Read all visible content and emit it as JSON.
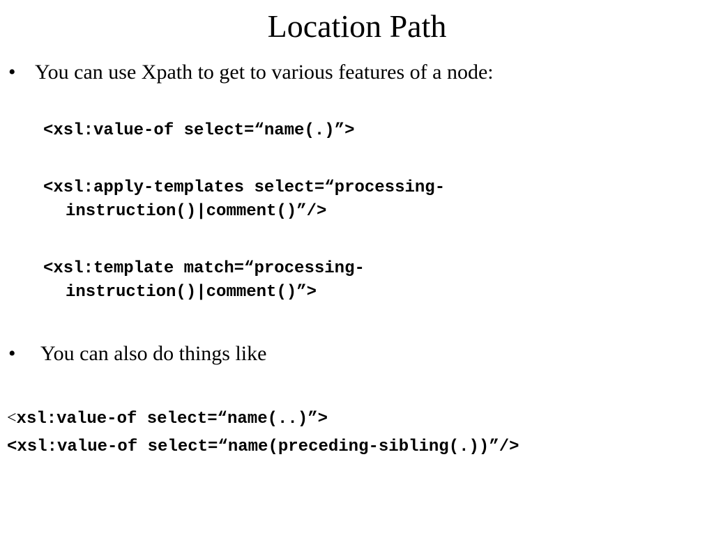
{
  "slide": {
    "title": "Location Path",
    "bullet_char": "•",
    "bullet1_text": "You can use Xpath to get to various features of a node:",
    "code1": "<xsl:value-of select=“name(.)”>",
    "code2_line1": "<xsl:apply-templates select=“processing-",
    "code2_line2": "instruction()|comment()”/>",
    "code3_line1": "<xsl:template match=“processing-",
    "code3_line2": "instruction()|comment()”>",
    "bullet2_text": "You can also do things like",
    "code4_lt": "<",
    "code4_rest": "xsl:value-of select=“name(..)”>",
    "code5": "<xsl:value-of select=“name(preceding-sibling(.))”/>"
  }
}
